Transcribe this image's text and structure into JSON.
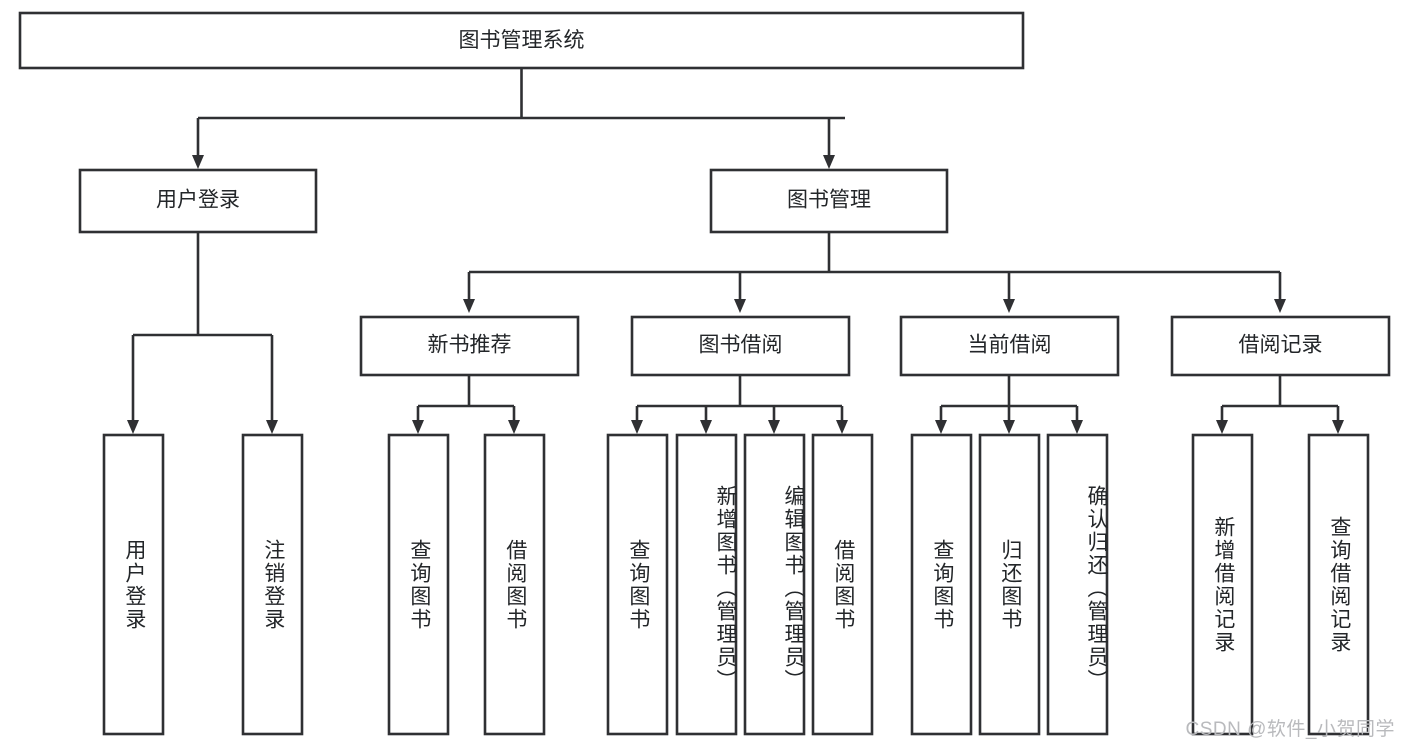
{
  "diagram": {
    "type": "tree-hierarchy-chart",
    "title": "图书管理系统",
    "orientation": "top-down",
    "colors": {
      "box_stroke": "#2f3033",
      "box_fill": "#ffffff",
      "text": "#232629",
      "connector": "#2f3033",
      "background": "#ffffff",
      "watermark": "#b9babd"
    },
    "levels": [
      {
        "level": 1,
        "nodes": [
          {
            "id": "root",
            "label": "图书管理系统",
            "orientation": "horizontal"
          }
        ]
      },
      {
        "level": 2,
        "nodes": [
          {
            "id": "login",
            "label": "用户登录",
            "orientation": "horizontal",
            "parent": "root"
          },
          {
            "id": "bookmgmt",
            "label": "图书管理",
            "orientation": "horizontal",
            "parent": "root"
          }
        ]
      },
      {
        "level": 3,
        "nodes": [
          {
            "id": "newbook",
            "label": "新书推荐",
            "orientation": "horizontal",
            "parent": "bookmgmt"
          },
          {
            "id": "borrow",
            "label": "图书借阅",
            "orientation": "horizontal",
            "parent": "bookmgmt"
          },
          {
            "id": "current",
            "label": "当前借阅",
            "orientation": "horizontal",
            "parent": "bookmgmt"
          },
          {
            "id": "records",
            "label": "借阅记录",
            "orientation": "horizontal",
            "parent": "bookmgmt"
          }
        ]
      },
      {
        "level": 4,
        "nodes": [
          {
            "id": "leaf-user-login",
            "label": "用户登录",
            "orientation": "vertical",
            "parent": "login"
          },
          {
            "id": "leaf-user-logout",
            "label": "注销登录",
            "orientation": "vertical",
            "parent": "login"
          },
          {
            "id": "leaf-newbook-query",
            "label": "查询图书",
            "orientation": "vertical",
            "parent": "newbook"
          },
          {
            "id": "leaf-newbook-borrow",
            "label": "借阅图书",
            "orientation": "vertical",
            "parent": "newbook"
          },
          {
            "id": "leaf-borrow-query",
            "label": "查询图书",
            "orientation": "vertical",
            "parent": "borrow"
          },
          {
            "id": "leaf-borrow-add",
            "label": "新增图书（管理员）",
            "orientation": "vertical",
            "parent": "borrow"
          },
          {
            "id": "leaf-borrow-edit",
            "label": "编辑图书（管理员）",
            "orientation": "vertical",
            "parent": "borrow"
          },
          {
            "id": "leaf-borrow-take",
            "label": "借阅图书",
            "orientation": "vertical",
            "parent": "borrow"
          },
          {
            "id": "leaf-current-query",
            "label": "查询图书",
            "orientation": "vertical",
            "parent": "current"
          },
          {
            "id": "leaf-current-return",
            "label": "归还图书",
            "orientation": "vertical",
            "parent": "current"
          },
          {
            "id": "leaf-current-confirm",
            "label": "确认归还（管理员）",
            "orientation": "vertical",
            "parent": "current"
          },
          {
            "id": "leaf-records-add",
            "label": "新增借阅记录",
            "orientation": "vertical",
            "parent": "records"
          },
          {
            "id": "leaf-records-query",
            "label": "查询借阅记录",
            "orientation": "vertical",
            "parent": "records"
          }
        ]
      }
    ]
  },
  "watermark": {
    "text": "CSDN @软件_小贺同学"
  }
}
